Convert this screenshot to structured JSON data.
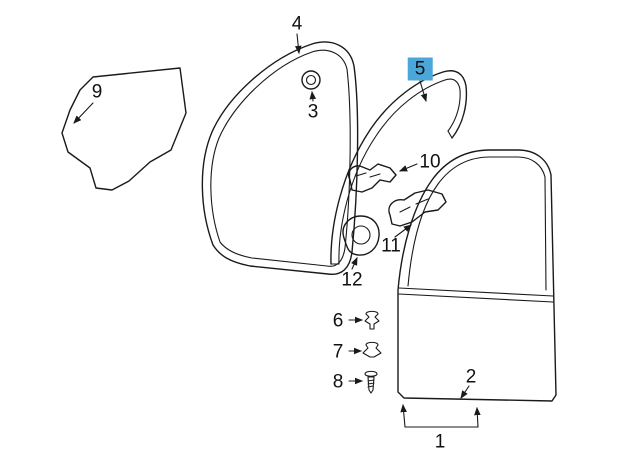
{
  "diagram": {
    "type": "exploded-parts-diagram",
    "subject": "front-door-assembly",
    "background": "#ffffff",
    "line_color": "#1a1a1a",
    "highlight_color": "#4BA7D9",
    "highlighted_part": "5"
  },
  "parts": [
    {
      "num": "1"
    },
    {
      "num": "2"
    },
    {
      "num": "3"
    },
    {
      "num": "4"
    },
    {
      "num": "5"
    },
    {
      "num": "6"
    },
    {
      "num": "7"
    },
    {
      "num": "8"
    },
    {
      "num": "9"
    },
    {
      "num": "10"
    },
    {
      "num": "11"
    },
    {
      "num": "12"
    }
  ]
}
